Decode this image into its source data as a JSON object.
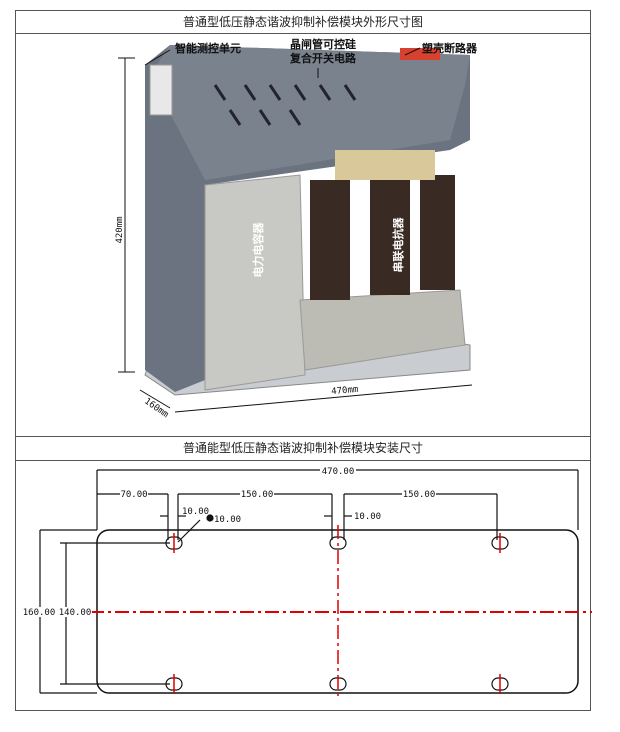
{
  "section1": {
    "title": "普通型低压静态谐波抑制补偿模块外形尺寸图",
    "labels": {
      "control_unit": "智能测控单元",
      "thyristor_line1": "晶闸管可控硅",
      "thyristor_line2": "复合开关电路",
      "breaker": "塑壳断路器",
      "capacitor": "电力电容器",
      "reactor": "串联电抗器"
    },
    "dimensions": {
      "height": "420mm",
      "depth": "160mm",
      "width": "470mm"
    }
  },
  "section2": {
    "title": "普通能型低压静态谐波抑制补偿模块安装尺寸",
    "dimensions": {
      "total": "470.00",
      "edge": "70.00",
      "span1": "150.00",
      "span2": "150.00",
      "slot1": "10.00",
      "hole": "10.00",
      "slot2": "10.00",
      "outer_height": "160.00",
      "inner_height": "140.00"
    }
  },
  "colors": {
    "center_line": "#e00000",
    "body": "#6b7380"
  }
}
